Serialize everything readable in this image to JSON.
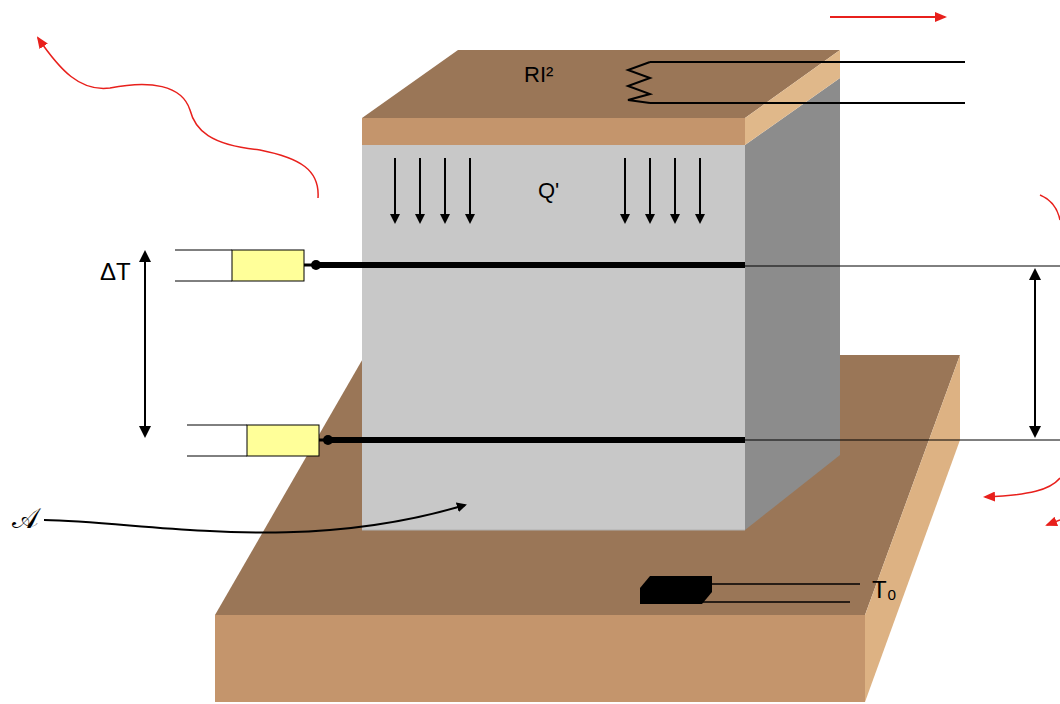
{
  "diagram": {
    "labels": [
      "RI²",
      "Q'",
      "ΔT",
      "𝒜",
      "T₀"
    ]
  }
}
